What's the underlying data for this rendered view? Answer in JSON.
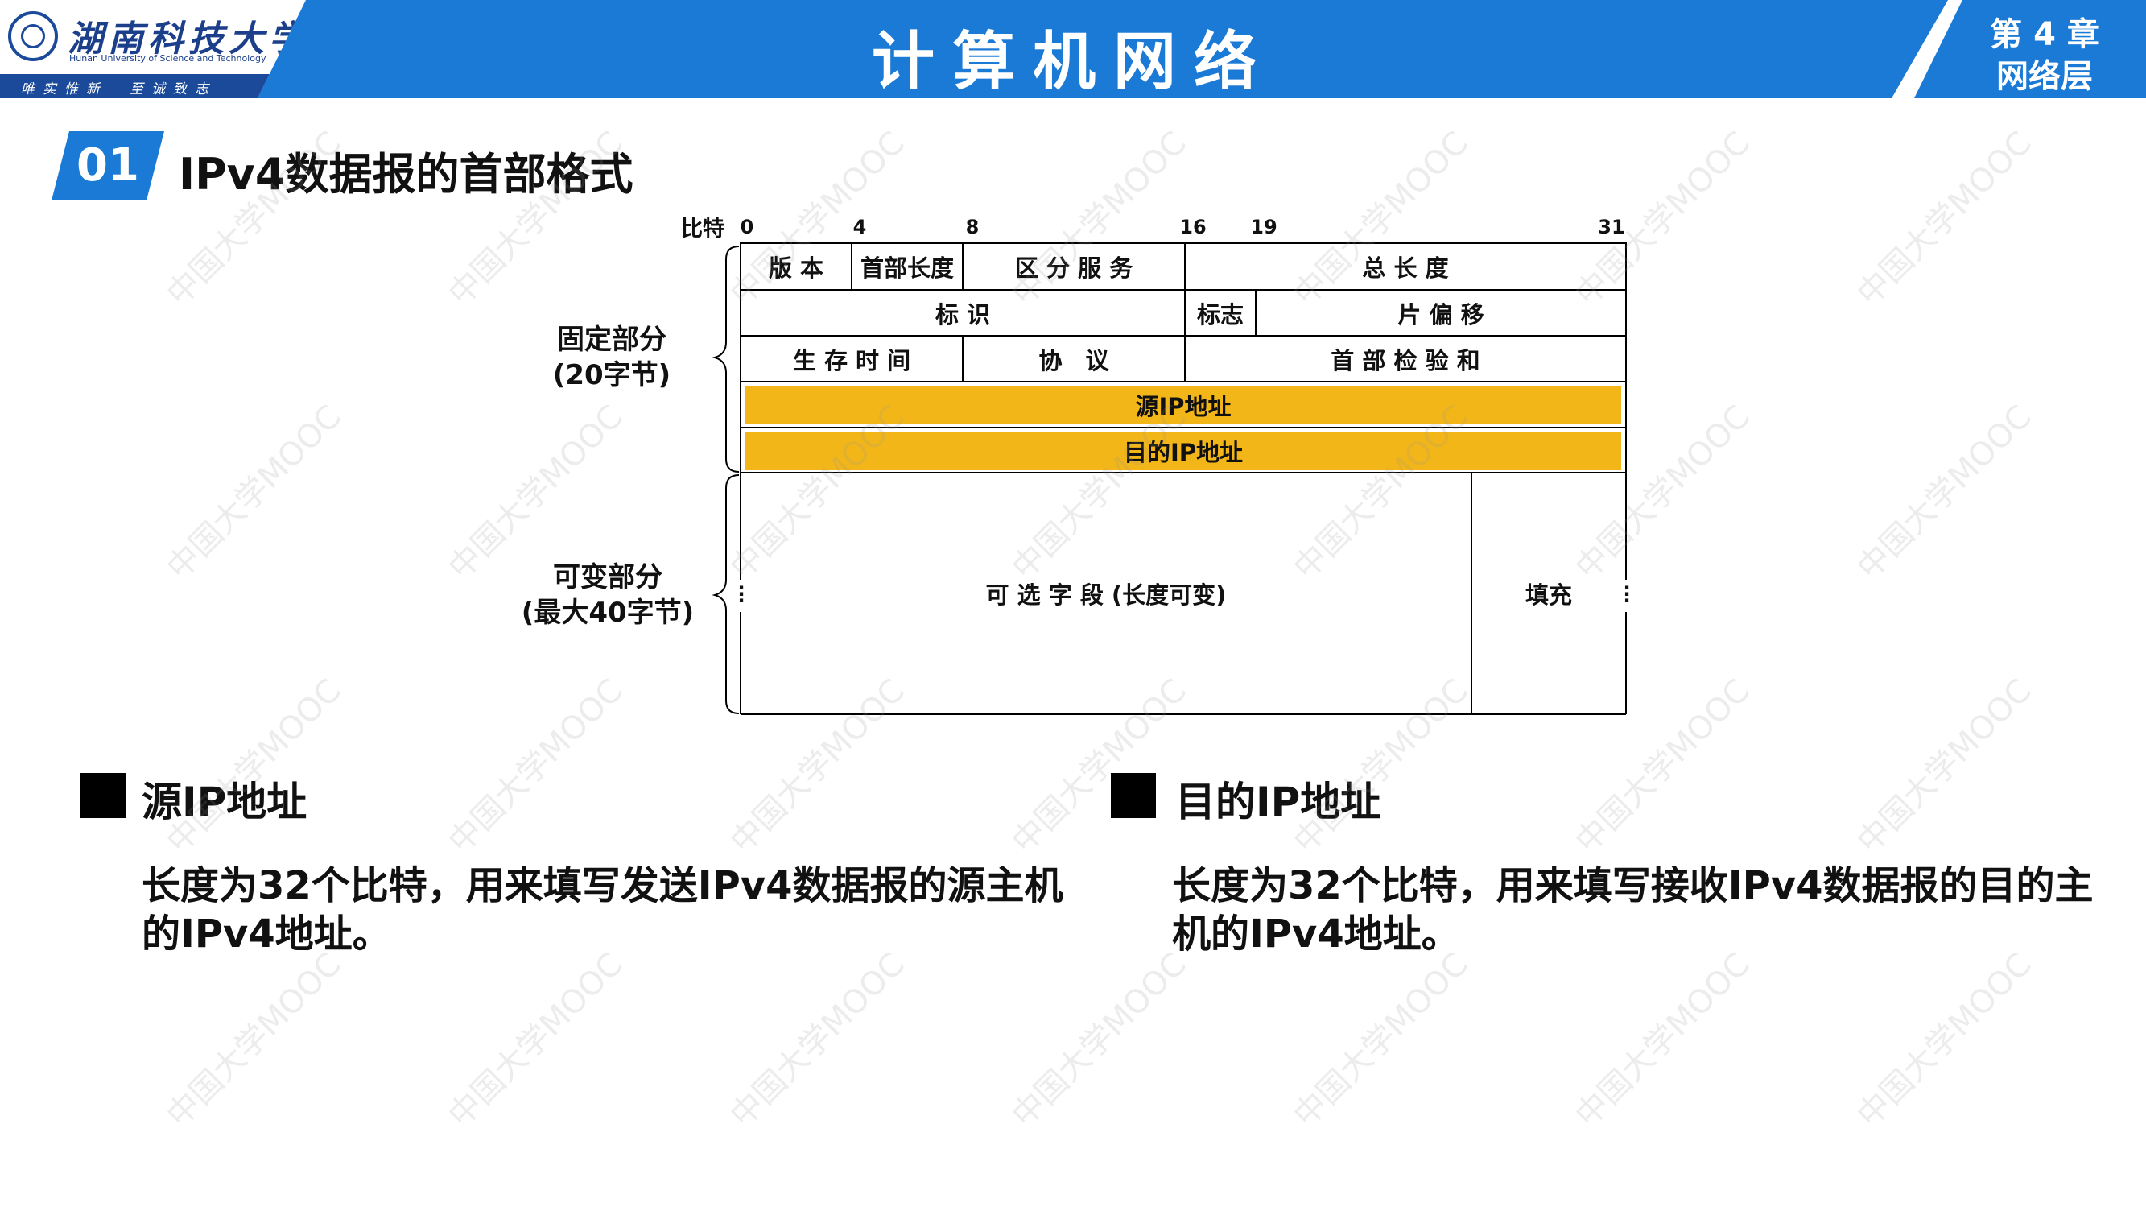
{
  "header": {
    "university_name": "湖南科技大学",
    "university_name_en": "Hunan University of Science and Technology",
    "motto": "唯实惟新　至诚致志",
    "course_title": "计算机网络",
    "chapter_line1": "第 4 章",
    "chapter_line2": "网络层",
    "color_primary": "#1b7ad6",
    "color_dark": "#1b4a9a"
  },
  "section": {
    "number": "01",
    "title": "IPv4数据报的首部格式"
  },
  "diagram": {
    "bits_label": "比特",
    "bit_ticks": [
      "0",
      "4",
      "8",
      "16",
      "19",
      "31"
    ],
    "fixed_part_label": "固定部分",
    "fixed_part_size": "(20字节)",
    "variable_part_label": "可变部分",
    "variable_part_size": "(最大40字节)",
    "rows": {
      "r1": [
        "版 本",
        "首部长度",
        "区 分 服 务",
        "总 长 度"
      ],
      "r2": [
        "标 识",
        "标志",
        "片 偏 移"
      ],
      "r3": [
        "生 存 时 间",
        "协　议",
        "首 部 检 验 和"
      ],
      "r4": [
        "源IP地址"
      ],
      "r5": [
        "目的IP地址"
      ],
      "r6": [
        "可 选 字 段 (长度可变)",
        "填充"
      ]
    },
    "highlight_color": "#f2b619"
  },
  "bullets": [
    {
      "title": "源IP地址",
      "description": "长度为32个比特，用来填写发送IPv4数据报的源主机的IPv4地址。"
    },
    {
      "title": "目的IP地址",
      "description": "长度为32个比特，用来填写接收IPv4数据报的目的主机的IPv4地址。"
    }
  ],
  "watermark": "中国大学MOOC"
}
